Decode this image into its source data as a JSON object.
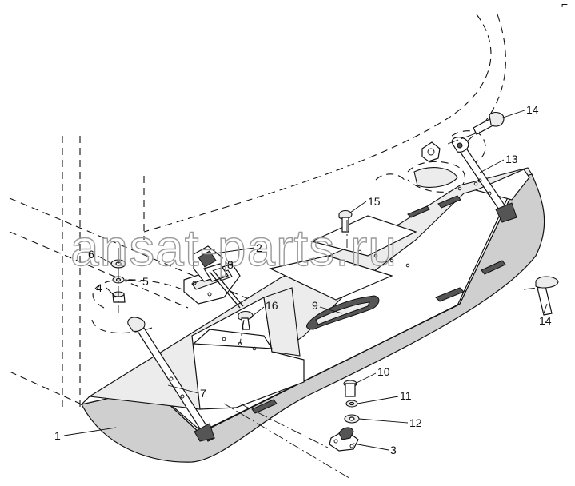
{
  "watermark": "ansat-parts.ru",
  "corner_mark": "⌐",
  "callouts": [
    {
      "id": "label-1",
      "text": "1"
    },
    {
      "id": "label-2",
      "text": "2"
    },
    {
      "id": "label-3",
      "text": "3"
    },
    {
      "id": "label-4",
      "text": "4"
    },
    {
      "id": "label-5",
      "text": "5"
    },
    {
      "id": "label-6",
      "text": "6"
    },
    {
      "id": "label-7",
      "text": "7"
    },
    {
      "id": "label-8",
      "text": "8"
    },
    {
      "id": "label-9",
      "text": "9"
    },
    {
      "id": "label-10",
      "text": "10"
    },
    {
      "id": "label-11",
      "text": "11"
    },
    {
      "id": "label-12",
      "text": "12"
    },
    {
      "id": "label-13",
      "text": "13"
    },
    {
      "id": "label-14a",
      "text": "14"
    },
    {
      "id": "label-14b",
      "text": "14"
    },
    {
      "id": "label-15",
      "text": "15"
    },
    {
      "id": "label-16",
      "text": "16"
    }
  ]
}
